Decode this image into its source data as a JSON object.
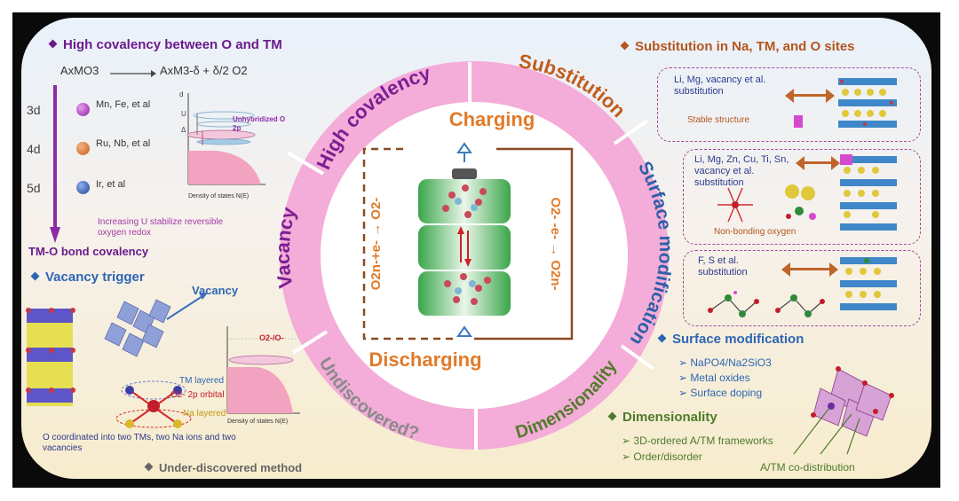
{
  "colors": {
    "ring": "#f4acd8",
    "ring_text_purple": "#7b1f93",
    "ring_text_orange": "#c35b1b",
    "ring_text_blue": "#2f5fa8",
    "ring_text_gray": "#8a8a8a",
    "ring_text_green": "#557a2d",
    "battery_green": "#3aa64a"
  },
  "ring": {
    "high_covalency": "High covalency",
    "substitution": "Substitution",
    "surface_modification": "Surface modification",
    "dimensionality": "Dimensionality",
    "undiscovered": "Undiscovered?",
    "vacancy": "Vacancy"
  },
  "center": {
    "charging": "Charging",
    "discharging": "Discharging",
    "left_reaction": "O2n-+e- → O2-",
    "right_reaction": "O2- -e- → O2n-"
  },
  "top_left": {
    "header": "High covalency between O and TM",
    "reaction_left": "AxMO3",
    "reaction_right": "AxM3-δ + δ/2 O2",
    "rows": [
      {
        "label": "3d",
        "elements": "Mn, Fe, et al"
      },
      {
        "label": "4d",
        "elements": "Ru, Nb, et al"
      },
      {
        "label": "5d",
        "elements": "Ir, et al"
      }
    ],
    "arrow_caption": "TM-O bond covalency",
    "note": "Increasing U stabilize reversible oxygen redox",
    "dos_label_d": "d",
    "dos_label_u": "U",
    "dos_label_delta": "Δ",
    "dos_unhybridized": "Unhybridized O 2p",
    "dos_xlabel": "Density of states N(E)"
  },
  "bottom_left": {
    "header": "Vacancy trigger",
    "vacancy_label": "Vacancy",
    "tm_layered": "TM layered",
    "o_orbital": "O2- 2p orbital",
    "na_layered": "Na layered",
    "caption": "O coordinated into two TMs, two Na ions and two vacancies",
    "dos_label": "O2-/O-",
    "dos_xlabel": "Density of states N(E)",
    "footer": "Under-discovered method"
  },
  "top_right": {
    "header": "Substitution in Na, TM, and O sites",
    "box1_text": "Li, Mg, vacancy et al. substitution",
    "box1_sub": "Stable structure",
    "box2_text": "Li, Mg, Zn, Cu, Ti, Sn, vacancy et al. substitution",
    "box2_sub": "Non-bonding oxygen",
    "box3_text": "F, S et al. substitution"
  },
  "surface": {
    "header": "Surface modification",
    "items": [
      "NaPO4/Na2SiO3",
      "Metal oxides",
      "Surface doping"
    ]
  },
  "dimensionality": {
    "header": "Dimensionality",
    "items": [
      "3D-ordered A/TM frameworks",
      "Order/disorder"
    ],
    "caption": "A/TM co-distribution"
  }
}
